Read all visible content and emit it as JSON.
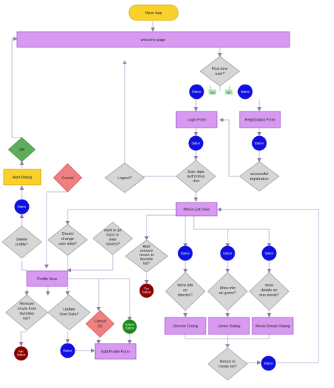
{
  "colors": {
    "start": "#fad02c",
    "process": "#d79af0",
    "decision": "#d6d6d6",
    "button_blue": "#1010e0",
    "fav_red": "#8b0000",
    "ok_green": "#5cae5c",
    "cancel_red": "#f08080",
    "submit_green": "#1a8a1a",
    "tag_green": "#a8e6a8"
  },
  "nodes": {
    "open_app": "Open App",
    "welcome_page": "welcome page",
    "first_time_user": [
      "First time",
      "user?"
    ],
    "yes_tag": "Yes",
    "no_tag": "No",
    "button_login_choice": "Button",
    "button_register_choice": "Button",
    "login_form": "Login Form",
    "registration_form": "Registration Form",
    "button_login_submit": "Button",
    "button_register_submit": "Button",
    "user_data_auth": [
      "User data",
      "authentica",
      "-tion"
    ],
    "successful_registration": [
      "successful",
      "registration"
    ],
    "ok": "OK",
    "alert_dialog": "Alert Dialog",
    "cancel_alert": "Cancel",
    "logout": "Logout?",
    "movie_list_view": "Movie List View",
    "button_alert": "Button",
    "delete_profile": [
      "Delete",
      "profile?"
    ],
    "check_change_user_data": [
      "Check/",
      "change",
      "user data?"
    ],
    "want_back_movies": [
      "want to go",
      "back to",
      "view",
      "movies?"
    ],
    "add_remove_favorite": [
      "Add/",
      "remove",
      "movie to",
      "favorite",
      "list?"
    ],
    "button_director": "Button",
    "button_genre": "Button",
    "button_details": "Button",
    "profile_view": "Profile View",
    "fav_button_movie": [
      "Fav",
      "Button"
    ],
    "more_info_director": [
      "More info",
      "on",
      "director?"
    ],
    "more_info_genre": [
      "More info",
      "on genre?"
    ],
    "more_details_movie": [
      "more",
      "details on",
      "one movie?"
    ],
    "remove_from_favorites": [
      "Remove",
      "movie from",
      "favorites",
      "list?"
    ],
    "update_user_data": [
      "Update",
      "User Data?"
    ],
    "cancel_x": [
      "Cancel",
      "(X)"
    ],
    "submit_button": [
      "Submit",
      "Button"
    ],
    "director_dialog": "Director Dialog",
    "genre_dialog": "Genre Dialog",
    "movie_details_dialog": "Movie Details Dialog",
    "fav_button_profile": [
      "Fav",
      "Button"
    ],
    "button_update": "Button",
    "edit_profile_form": "Edit Profile Form",
    "return_to_movie_list": [
      "Return to",
      "movie list?"
    ],
    "button_return": "Button"
  }
}
